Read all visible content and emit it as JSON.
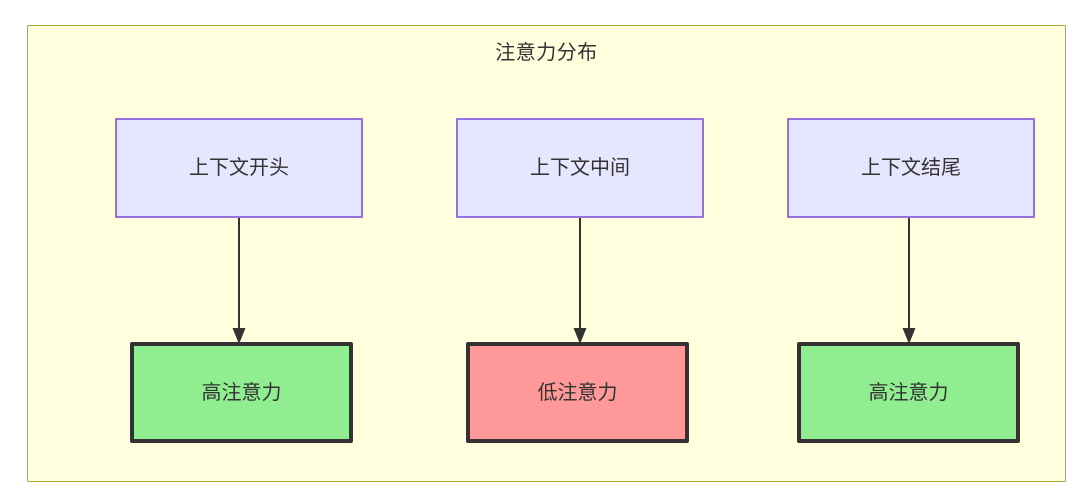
{
  "diagram": {
    "title": "注意力分布",
    "background_color": "#ffffde",
    "border_color": "#aaaa33",
    "nodes": [
      {
        "id": "node-start",
        "label": "上下文开头",
        "fill": "#e6e6fe",
        "stroke": "#9370db",
        "row": "top"
      },
      {
        "id": "node-middle",
        "label": "上下文中间",
        "fill": "#e6e6fe",
        "stroke": "#9370db",
        "row": "top"
      },
      {
        "id": "node-end",
        "label": "上下文结尾",
        "fill": "#e6e6fe",
        "stroke": "#9370db",
        "row": "top"
      },
      {
        "id": "node-high-1",
        "label": "高注意力",
        "fill": "#90ee90",
        "stroke": "#333333",
        "row": "bottom"
      },
      {
        "id": "node-low",
        "label": "低注意力",
        "fill": "#ff9999",
        "stroke": "#333333",
        "row": "bottom"
      },
      {
        "id": "node-high-2",
        "label": "高注意力",
        "fill": "#90ee90",
        "stroke": "#333333",
        "row": "bottom"
      }
    ],
    "edges": [
      {
        "id": "edge-1",
        "from": "node-start",
        "to": "node-high-1",
        "arrow": "down"
      },
      {
        "id": "edge-2",
        "from": "node-middle",
        "to": "node-low",
        "arrow": "down"
      },
      {
        "id": "edge-3",
        "from": "node-end",
        "to": "node-high-2",
        "arrow": "down"
      }
    ]
  }
}
